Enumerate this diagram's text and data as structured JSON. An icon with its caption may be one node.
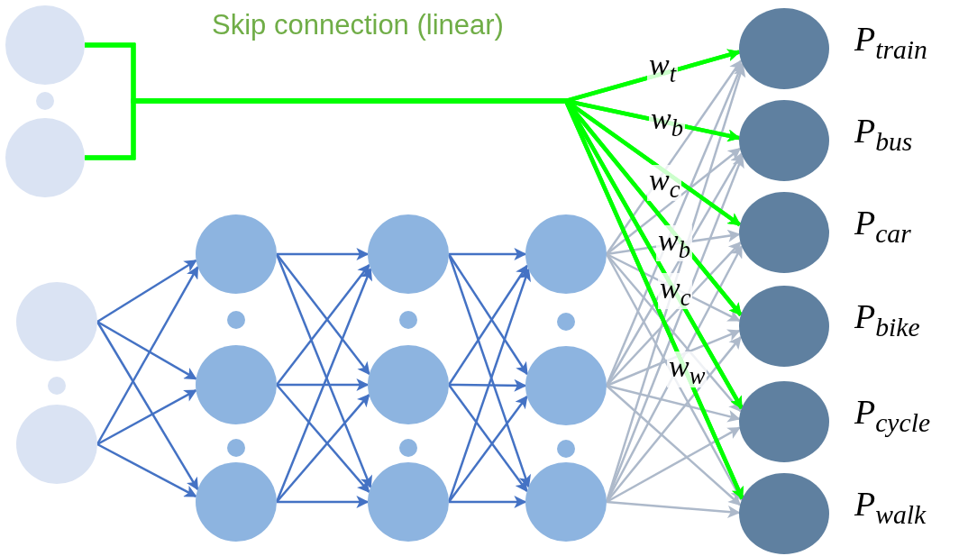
{
  "diagram": {
    "nodes": [
      {
        "text": [],
        "shape": "circle"
      },
      {
        "text": [],
        "shape": "circle"
      },
      {
        "text": [],
        "shape": "circle"
      },
      {
        "text": [],
        "shape": "circle"
      },
      {
        "text": [],
        "shape": "circle"
      },
      {
        "text": [],
        "shape": "circle"
      },
      {
        "text": [],
        "shape": "circle"
      },
      {
        "text": [],
        "shape": "circle"
      },
      {
        "text": [],
        "shape": "circle"
      },
      {
        "text": [],
        "shape": "circle"
      },
      {
        "text": [],
        "shape": "circle"
      },
      {
        "text": [],
        "shape": "circle"
      },
      {
        "text": [],
        "shape": "circle"
      },
      {
        "text": [],
        "shape": "circle",
        "beside": [
          "P$_{train}$"
        ]
      },
      {
        "text": [],
        "shape": "circle",
        "beside": [
          "P$_{bus}$"
        ]
      },
      {
        "text": [],
        "shape": "circle",
        "beside": [
          "P$_{car}$"
        ]
      },
      {
        "text": [],
        "shape": "circle",
        "beside": [
          "P$_{bike}$"
        ]
      },
      {
        "text": [],
        "shape": "circle",
        "beside": [
          "P$_{cycle}$"
        ]
      },
      {
        "text": [],
        "shape": "circle",
        "beside": [
          "P$_{walk}$"
        ]
      }
    ],
    "edges": [
      {
        "from": 0,
        "to": 13,
        "arrow": "to",
        "label": "w$_{t}$",
        "style": "thick",
        "color": "#00ff00"
      },
      {
        "from": 0,
        "to": 14,
        "arrow": "to",
        "label": "w$_{b}$",
        "style": "thick",
        "color": "#00ff00"
      },
      {
        "from": 0,
        "to": 15,
        "arrow": "to",
        "label": "w$_{c}$",
        "style": "thick",
        "color": "#00ff00"
      },
      {
        "from": 0,
        "to": 16,
        "arrow": "to",
        "label": "w$_{b}$",
        "style": "thick",
        "color": "#00ff00"
      },
      {
        "from": 0,
        "to": 17,
        "arrow": "to",
        "label": "w$_{c}$",
        "style": "thick",
        "color": "#00ff00"
      },
      {
        "from": 0,
        "to": 18,
        "arrow": "to",
        "label": "w$_{w}$",
        "style": "thick",
        "color": "#00ff00"
      },
      {
        "from": 1,
        "to": 13,
        "arrow": "to",
        "style": "thick",
        "color": "#00ff00"
      },
      {
        "from": 1,
        "to": 14,
        "arrow": "to",
        "style": "thick",
        "color": "#00ff00"
      },
      {
        "from": 1,
        "to": 15,
        "arrow": "to",
        "style": "thick",
        "color": "#00ff00"
      },
      {
        "from": 1,
        "to": 16,
        "arrow": "to",
        "style": "thick",
        "color": "#00ff00"
      },
      {
        "from": 1,
        "to": 17,
        "arrow": "to",
        "style": "thick",
        "color": "#00ff00"
      },
      {
        "from": 1,
        "to": 18,
        "arrow": "to",
        "style": "thick",
        "color": "#00ff00"
      },
      {
        "from": 2,
        "to": 4,
        "arrow": "to"
      },
      {
        "from": 2,
        "to": 5,
        "arrow": "to"
      },
      {
        "from": 2,
        "to": 6,
        "arrow": "to"
      },
      {
        "from": 3,
        "to": 4,
        "arrow": "to"
      },
      {
        "from": 3,
        "to": 5,
        "arrow": "to"
      },
      {
        "from": 3,
        "to": 6,
        "arrow": "to"
      },
      {
        "from": 4,
        "to": 7,
        "arrow": "to"
      },
      {
        "from": 4,
        "to": 8,
        "arrow": "to"
      },
      {
        "from": 4,
        "to": 9,
        "arrow": "to"
      },
      {
        "from": 5,
        "to": 7,
        "arrow": "to"
      },
      {
        "from": 5,
        "to": 8,
        "arrow": "to"
      },
      {
        "from": 5,
        "to": 9,
        "arrow": "to"
      },
      {
        "from": 6,
        "to": 7,
        "arrow": "to"
      },
      {
        "from": 6,
        "to": 8,
        "arrow": "to"
      },
      {
        "from": 6,
        "to": 9,
        "arrow": "to"
      },
      {
        "from": 7,
        "to": 10,
        "arrow": "to"
      },
      {
        "from": 7,
        "to": 11,
        "arrow": "to"
      },
      {
        "from": 7,
        "to": 12,
        "arrow": "to"
      },
      {
        "from": 8,
        "to": 10,
        "arrow": "to"
      },
      {
        "from": 8,
        "to": 11,
        "arrow": "to"
      },
      {
        "from": 8,
        "to": 12,
        "arrow": "to"
      },
      {
        "from": 9,
        "to": 10,
        "arrow": "to"
      },
      {
        "from": 9,
        "to": 11,
        "arrow": "to"
      },
      {
        "from": 9,
        "to": 12,
        "arrow": "to"
      },
      {
        "from": 10,
        "to": 13,
        "arrow": "to",
        "color": "#adb9ca"
      },
      {
        "from": 10,
        "to": 14,
        "arrow": "to",
        "color": "#adb9ca"
      },
      {
        "from": 10,
        "to": 15,
        "arrow": "to",
        "color": "#adb9ca"
      },
      {
        "from": 10,
        "to": 16,
        "arrow": "to",
        "color": "#adb9ca"
      },
      {
        "from": 10,
        "to": 17,
        "arrow": "to",
        "color": "#adb9ca"
      },
      {
        "from": 10,
        "to": 18,
        "arrow": "to",
        "color": "#adb9ca"
      },
      {
        "from": 11,
        "to": 13,
        "arrow": "to",
        "color": "#adb9ca"
      },
      {
        "from": 11,
        "to": 14,
        "arrow": "to",
        "color": "#adb9ca"
      },
      {
        "from": 11,
        "to": 15,
        "arrow": "to",
        "color": "#adb9ca"
      },
      {
        "from": 11,
        "to": 16,
        "arrow": "to",
        "color": "#adb9ca"
      },
      {
        "from": 11,
        "to": 17,
        "arrow": "to",
        "color": "#adb9ca"
      },
      {
        "from": 11,
        "to": 18,
        "arrow": "to",
        "color": "#adb9ca"
      },
      {
        "from": 12,
        "to": 13,
        "arrow": "to",
        "color": "#adb9ca"
      },
      {
        "from": 12,
        "to": 14,
        "arrow": "to",
        "color": "#adb9ca"
      },
      {
        "from": 12,
        "to": 15,
        "arrow": "to",
        "color": "#adb9ca"
      },
      {
        "from": 12,
        "to": 16,
        "arrow": "to",
        "color": "#adb9ca"
      },
      {
        "from": 12,
        "to": 17,
        "arrow": "to",
        "color": "#adb9ca"
      },
      {
        "from": 12,
        "to": 18,
        "arrow": "to",
        "color": "#adb9ca"
      }
    ],
    "labels": [
      "Skip connection (linear)"
    ]
  }
}
